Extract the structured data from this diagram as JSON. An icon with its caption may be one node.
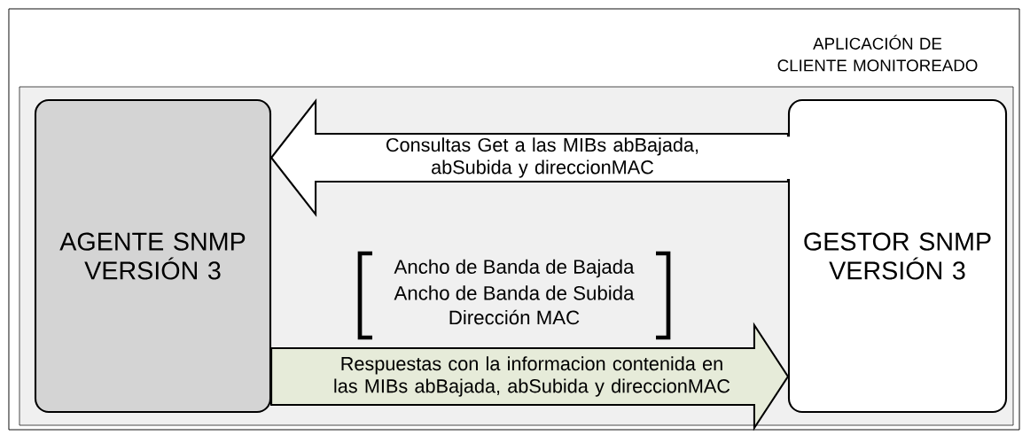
{
  "diagram": {
    "nodes": [
      {
        "text": [
          "APLICACIÓN DE CLIENTE MONITOREADO"
        ]
      },
      {
        "text": [],
        "shape": "box",
        "in": 0
      },
      {
        "text": [
          "AGENTE SNMP VERSIÓN 3"
        ],
        "in": 1
      },
      {
        "text": [
          "GESTOR SNMP VERSIÓN 3"
        ],
        "in": 1
      }
    ],
    "edges": [
      {
        "from": 3,
        "to": 2,
        "arrow": "to",
        "label": "Consultas Get a las MIBs abBajada, abSubida y direccionMAC"
      },
      {
        "from": 2,
        "to": 3,
        "arrow": "to",
        "label": "Respuestas con la informacion contenida en las MIBs abBajada, abSubida y direccionMAC",
        "color": "#e6ebd9"
      }
    ],
    "labels": [
      "Ancho de Banda de Bajada",
      "Ancho de Banda de Subida",
      "Dirección MAC"
    ]
  }
}
